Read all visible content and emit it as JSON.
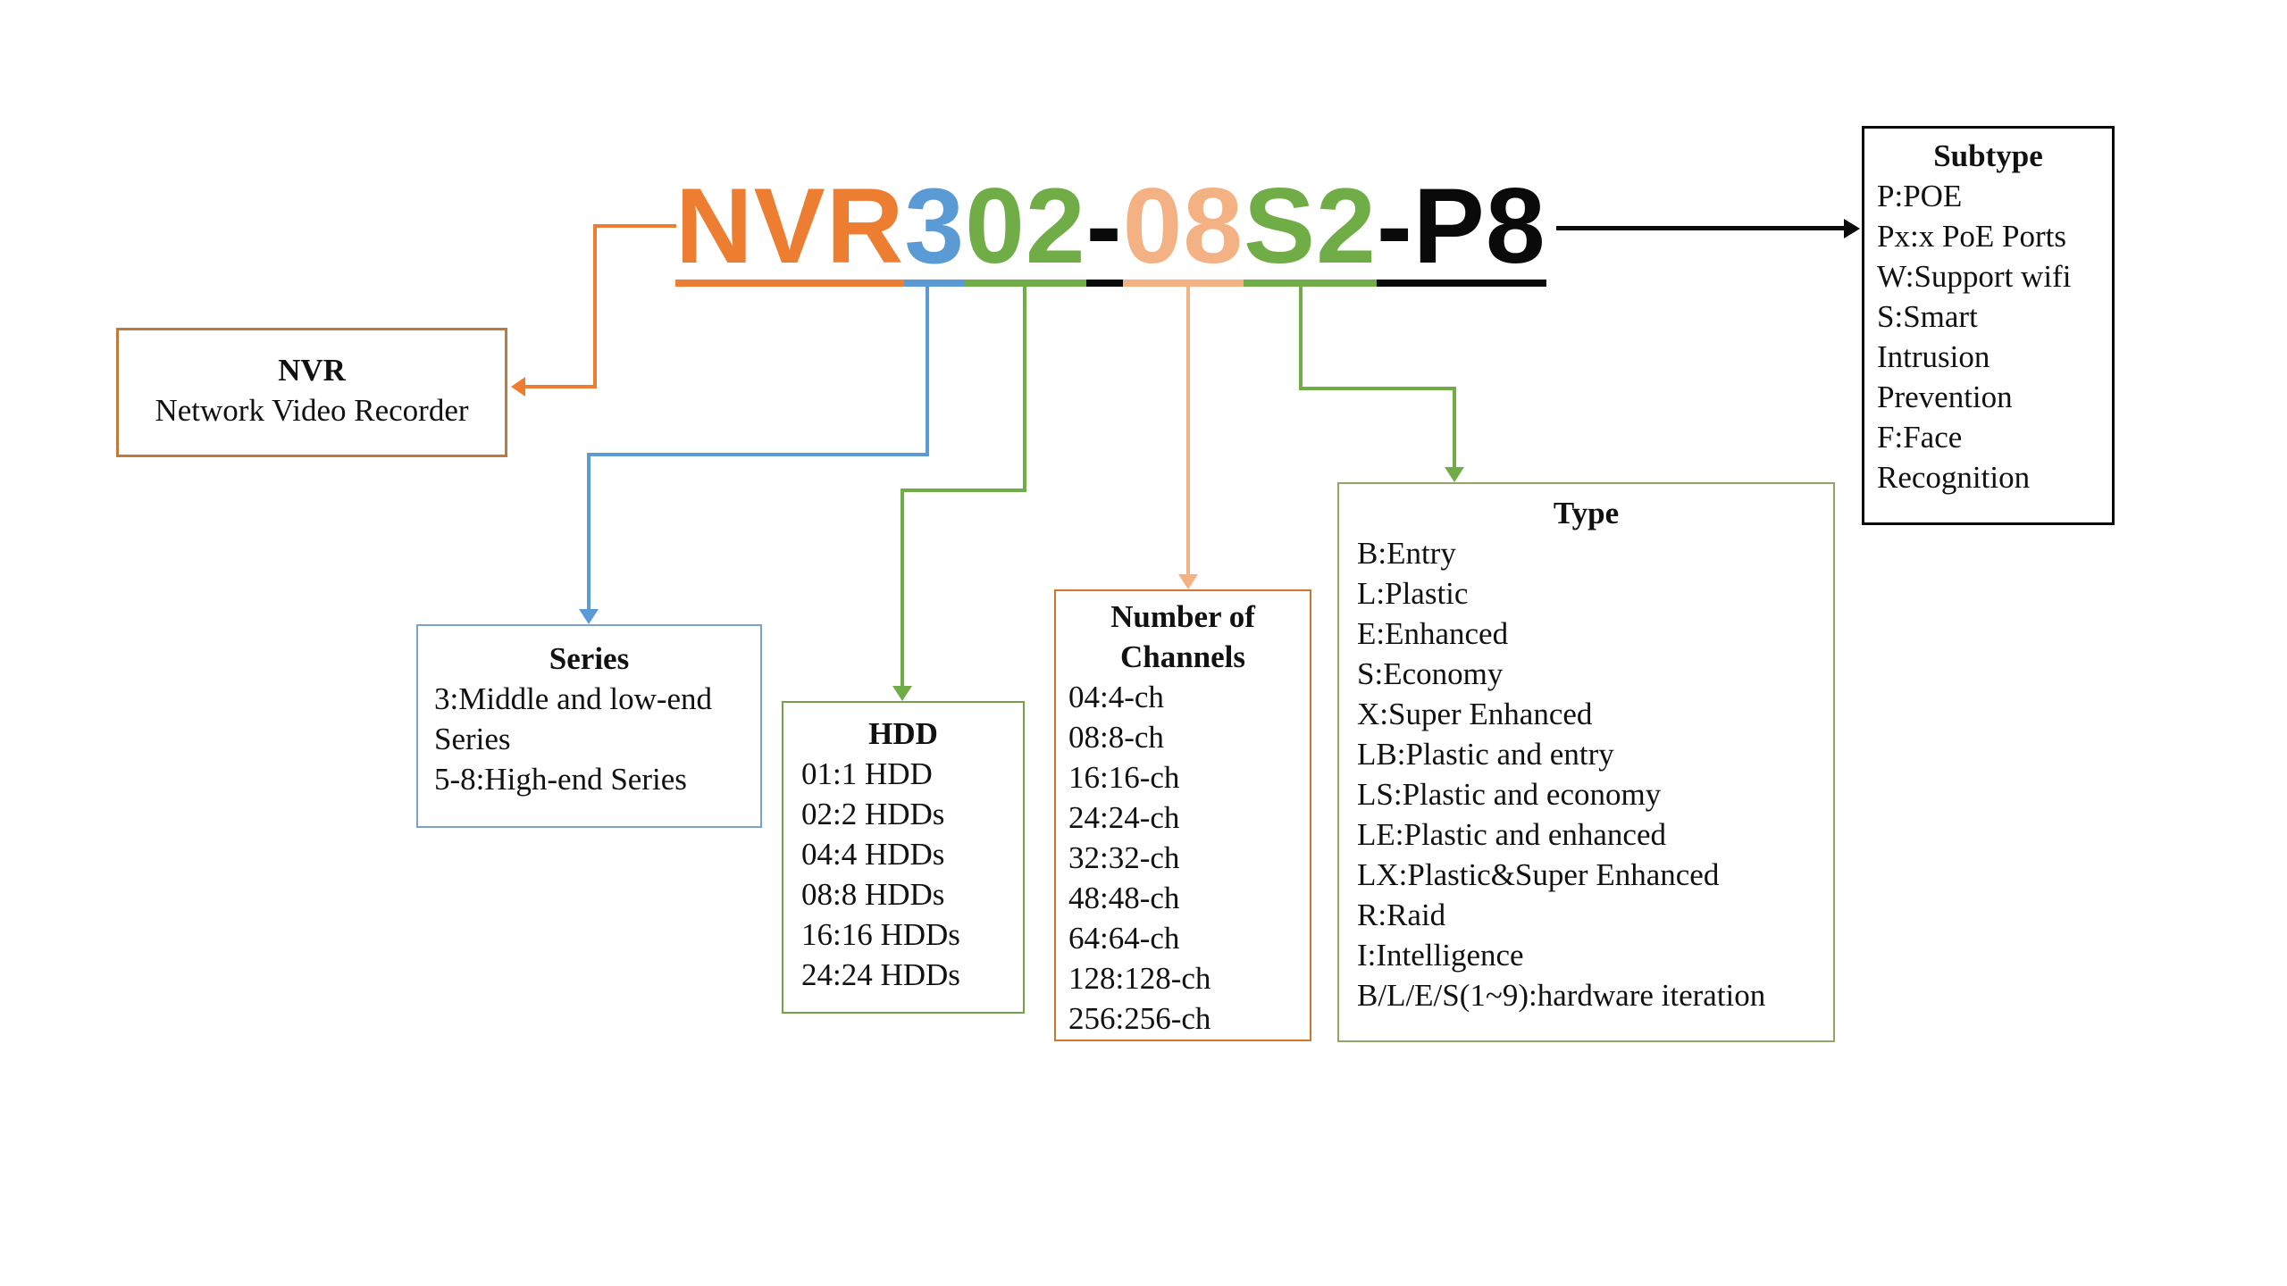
{
  "colors": {
    "orange": "#ED7D31",
    "blue": "#5B9BD5",
    "green": "#70AD47",
    "peach": "#F4B183",
    "black": "#0A0A0A"
  },
  "model": {
    "full": "NVR302-08S2-P8",
    "segments": [
      {
        "name": "nvr",
        "text": "NVR",
        "color": "#ED7D31"
      },
      {
        "name": "series",
        "text": "3",
        "color": "#5B9BD5"
      },
      {
        "name": "hdd",
        "text": "02",
        "color": "#70AD47"
      },
      {
        "name": "separator-1",
        "text": "-",
        "color": "#0A0A0A"
      },
      {
        "name": "channels",
        "text": "08",
        "color": "#F4B183"
      },
      {
        "name": "type",
        "text": "S2",
        "color": "#70AD47"
      },
      {
        "name": "separator-subtype",
        "text": "-P8",
        "color": "#0A0A0A"
      }
    ]
  },
  "boxes": {
    "nvr": {
      "title": "NVR",
      "border": "#C07A3E",
      "lines": [
        "Network Video Recorder"
      ]
    },
    "series": {
      "title": "Series",
      "border": "#7BA2CC",
      "lines": [
        "3:Middle and low-end",
        "Series",
        "5-8:High-end Series"
      ]
    },
    "hdd": {
      "title": "HDD",
      "border": "#73A04A",
      "lines": [
        "01:1 HDD",
        "02:2 HDDs",
        "04:4 HDDs",
        "08:8 HDDs",
        "16:16 HDDs",
        "24:24 HDDs"
      ]
    },
    "channels": {
      "title": "Number of Channels",
      "border": "#D2762D",
      "lines": [
        "04:4-ch",
        "08:8-ch",
        "16:16-ch",
        "24:24-ch",
        "32:32-ch",
        "48:48-ch",
        "64:64-ch",
        "128:128-ch",
        "256:256-ch"
      ]
    },
    "type": {
      "title": "Type",
      "border": "#90A567",
      "lines": [
        "B:Entry",
        "L:Plastic",
        "E:Enhanced",
        "S:Economy",
        "X:Super Enhanced",
        "LB:Plastic and entry",
        "LS:Plastic and economy",
        "LE:Plastic and enhanced",
        "LX:Plastic&Super Enhanced",
        "R:Raid",
        "I:Intelligence",
        "B/L/E/S(1~9):hardware iteration"
      ]
    },
    "subtype": {
      "title": "Subtype",
      "border": "#0A0A0A",
      "lines": [
        "P:POE",
        "Px:x PoE Ports",
        "W:Support wifi",
        "S:Smart",
        "Intrusion",
        "Prevention",
        "F:Face",
        "Recognition"
      ]
    }
  }
}
